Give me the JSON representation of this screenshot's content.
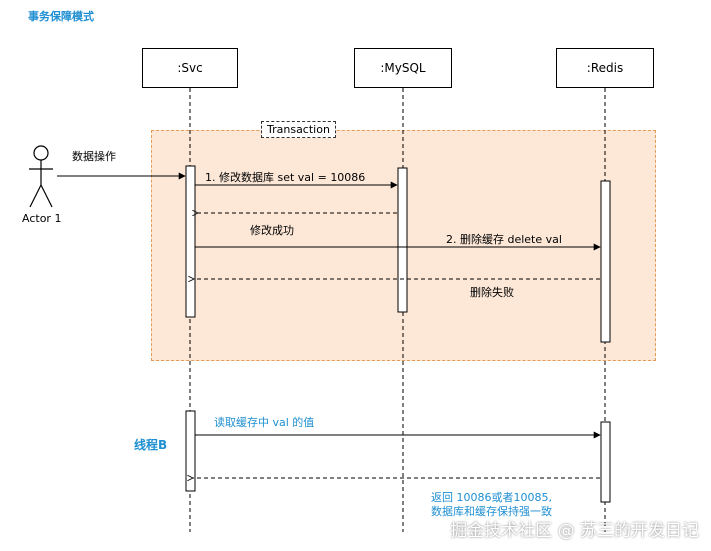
{
  "title": "事务保障模式",
  "actor": {
    "label": "Actor 1"
  },
  "lifelines": [
    {
      "label": ":Svc"
    },
    {
      "label": ":MySQL"
    },
    {
      "label": ":Redis"
    }
  ],
  "transaction": {
    "label": "Transaction"
  },
  "messages": {
    "m0": "数据操作",
    "m1": "1. 修改数据库  set val = 10086",
    "m2": "修改成功",
    "m3": "2. 删除缓存 delete val",
    "m4": "删除失败",
    "thread_label": "线程B",
    "m5": "读取缓存中 val 的值",
    "m6_line1": "返回  10086或者10085,",
    "m6_line2": "数据库和缓存保持强一致"
  },
  "watermark": "掘金技术社区 @ 苏三的开发日记",
  "colors": {
    "accent_blue": "#1f8fd1",
    "transaction_fill": "#fde8d8",
    "transaction_border": "#e39b58"
  }
}
